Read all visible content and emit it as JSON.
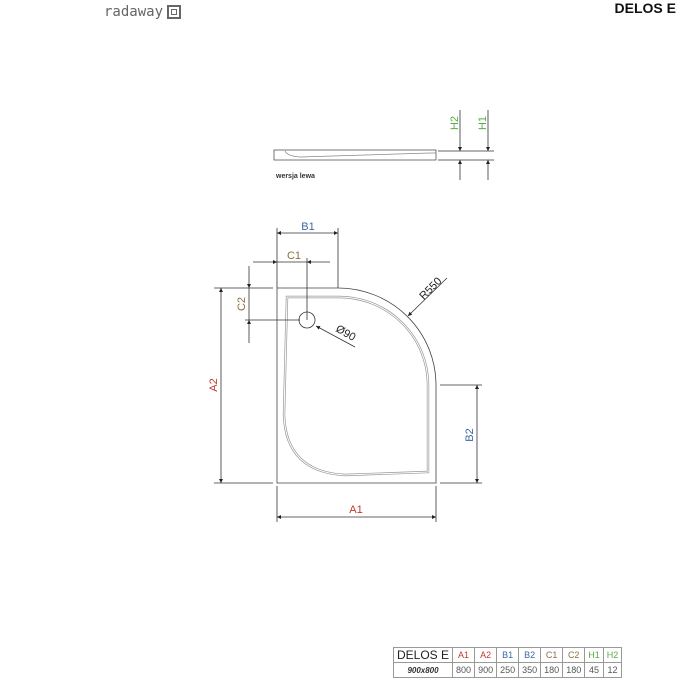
{
  "header": {
    "brand": "radaway",
    "title": "DELOS E"
  },
  "side_view": {
    "caption": "wersja lewa",
    "labels": {
      "h2": "H2",
      "h1": "H1"
    }
  },
  "plan_view": {
    "labels": {
      "a1": "A1",
      "a2": "A2",
      "b1": "B1",
      "b2": "B2",
      "c1": "C1",
      "c2": "C2",
      "radius": "R550",
      "drain": "Ø90"
    }
  },
  "colors": {
    "A": "#c0392b",
    "B": "#3a69a3",
    "C": "#8a7048",
    "H": "#5aac43"
  },
  "spec_table": {
    "model": "DELOS E",
    "size": "900x800",
    "headers": [
      "A1",
      "A2",
      "B1",
      "B2",
      "C1",
      "C2",
      "H1",
      "H2"
    ],
    "values": [
      "800",
      "900",
      "250",
      "350",
      "180",
      "180",
      "45",
      "12"
    ]
  }
}
